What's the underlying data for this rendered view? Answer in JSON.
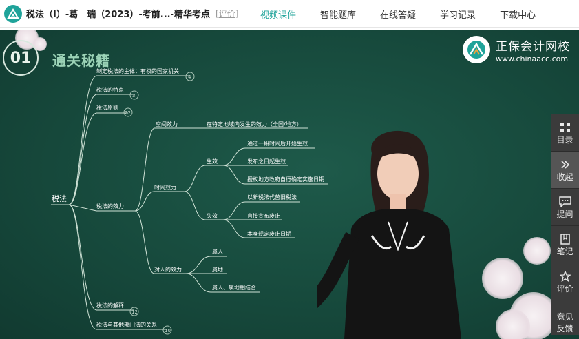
{
  "header": {
    "course_title": "税法（Ⅰ）-葛　瑞（2023）-考前...-精华考点",
    "rate_link": "[评价]",
    "nav": [
      {
        "label": "视频课件",
        "active": true
      },
      {
        "label": "智能题库",
        "active": false
      },
      {
        "label": "在线答疑",
        "active": false
      },
      {
        "label": "学习记录",
        "active": false
      },
      {
        "label": "下载中心",
        "active": false
      }
    ]
  },
  "video": {
    "section_number": "01",
    "section_title": "通关秘籍",
    "brand_name": "正保会计网校",
    "brand_url": "www.chinaacc.com",
    "mindmap": {
      "root": "税法",
      "n1": {
        "label": "制定税法的主体：有权的国家机关",
        "count": "4"
      },
      "n2": {
        "label": "税法的特点",
        "count": "3"
      },
      "n3": {
        "label": "税法原则",
        "count": "22"
      },
      "n4": {
        "label": "税法的效力"
      },
      "n4a": {
        "label": "空间效力"
      },
      "n4a1": {
        "label": "在特定地域内发生的效力（全国/地方）"
      },
      "n4b": {
        "label": "时间效力"
      },
      "n4b1": {
        "label": "生效"
      },
      "n4b1a": {
        "label": "通过一段时间后开始生效"
      },
      "n4b1b": {
        "label": "发布之日起生效"
      },
      "n4b1c": {
        "label": "授权地方政府自行确定实施日期"
      },
      "n4b2": {
        "label": "失效"
      },
      "n4b2a": {
        "label": "以新税法代替旧税法"
      },
      "n4b2b": {
        "label": "直接宣布废止"
      },
      "n4b2c": {
        "label": "本身规定废止日期"
      },
      "n4c": {
        "label": "对人的效力"
      },
      "n4c1": {
        "label": "属人"
      },
      "n4c2": {
        "label": "属地"
      },
      "n4c3": {
        "label": "属人、属地相结合"
      },
      "n5": {
        "label": "税法的解释",
        "count": "12"
      },
      "n6": {
        "label": "税法与其他部门法的关系",
        "count": "10"
      }
    }
  },
  "side_panel": [
    {
      "icon": "grid-icon",
      "label": "目录"
    },
    {
      "icon": "double-chevron-icon",
      "label": "收起"
    },
    {
      "icon": "chat-icon",
      "label": "提问"
    },
    {
      "icon": "note-icon",
      "label": "笔记"
    },
    {
      "icon": "star-icon",
      "label": "评价"
    },
    {
      "icon": "",
      "label": "意见\n反馈"
    }
  ],
  "colors": {
    "accent": "#1fa39a",
    "board_green": "#16483b",
    "side_panel": "#3b3b3b"
  }
}
